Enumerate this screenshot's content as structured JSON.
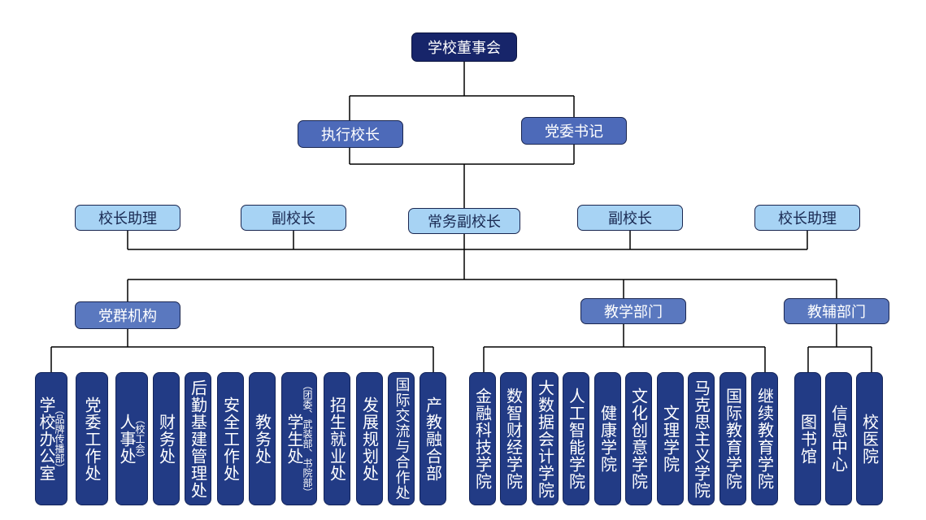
{
  "top": {
    "label": "学校董事会"
  },
  "executives": [
    {
      "label": "执行校长"
    },
    {
      "label": "党委书记"
    }
  ],
  "vice_row": [
    {
      "label": "校长助理"
    },
    {
      "label": "副校长"
    },
    {
      "label": "常务副校长"
    },
    {
      "label": "副校长"
    },
    {
      "label": "校长助理"
    }
  ],
  "groups": [
    {
      "label": "党群机构"
    },
    {
      "label": "教学部门"
    },
    {
      "label": "教辅部门"
    }
  ],
  "departments": [
    {
      "main": "学校办公室",
      "sub": "（品牌传播部）"
    },
    {
      "main": "党委工作处",
      "sub": ""
    },
    {
      "main": "人事处",
      "sub": "（校工会）"
    },
    {
      "main": "财务处",
      "sub": ""
    },
    {
      "main": "后勤基建管理处",
      "sub": ""
    },
    {
      "main": "安全工作处",
      "sub": ""
    },
    {
      "main": "教务处",
      "sub": ""
    },
    {
      "main": "学生处",
      "sub": "（团委、武装部、书院部）"
    },
    {
      "main": "招生就业处",
      "sub": ""
    },
    {
      "main": "发展规划处",
      "sub": ""
    },
    {
      "main": "国际交流与合作处",
      "sub": ""
    },
    {
      "main": "产教融合部",
      "sub": ""
    },
    {
      "main": "金融科技学院",
      "sub": ""
    },
    {
      "main": "数智财经学院",
      "sub": ""
    },
    {
      "main": "大数据会计学院",
      "sub": ""
    },
    {
      "main": "人工智能学院",
      "sub": ""
    },
    {
      "main": "健康学院",
      "sub": ""
    },
    {
      "main": "文化创意学院",
      "sub": ""
    },
    {
      "main": "文理学院",
      "sub": ""
    },
    {
      "main": "马克思主义学院",
      "sub": ""
    },
    {
      "main": "国际教育学院",
      "sub": ""
    },
    {
      "main": "继续教育学院",
      "sub": ""
    },
    {
      "main": "图书馆",
      "sub": ""
    },
    {
      "main": "信息中心",
      "sub": ""
    },
    {
      "main": "校医院",
      "sub": ""
    }
  ]
}
